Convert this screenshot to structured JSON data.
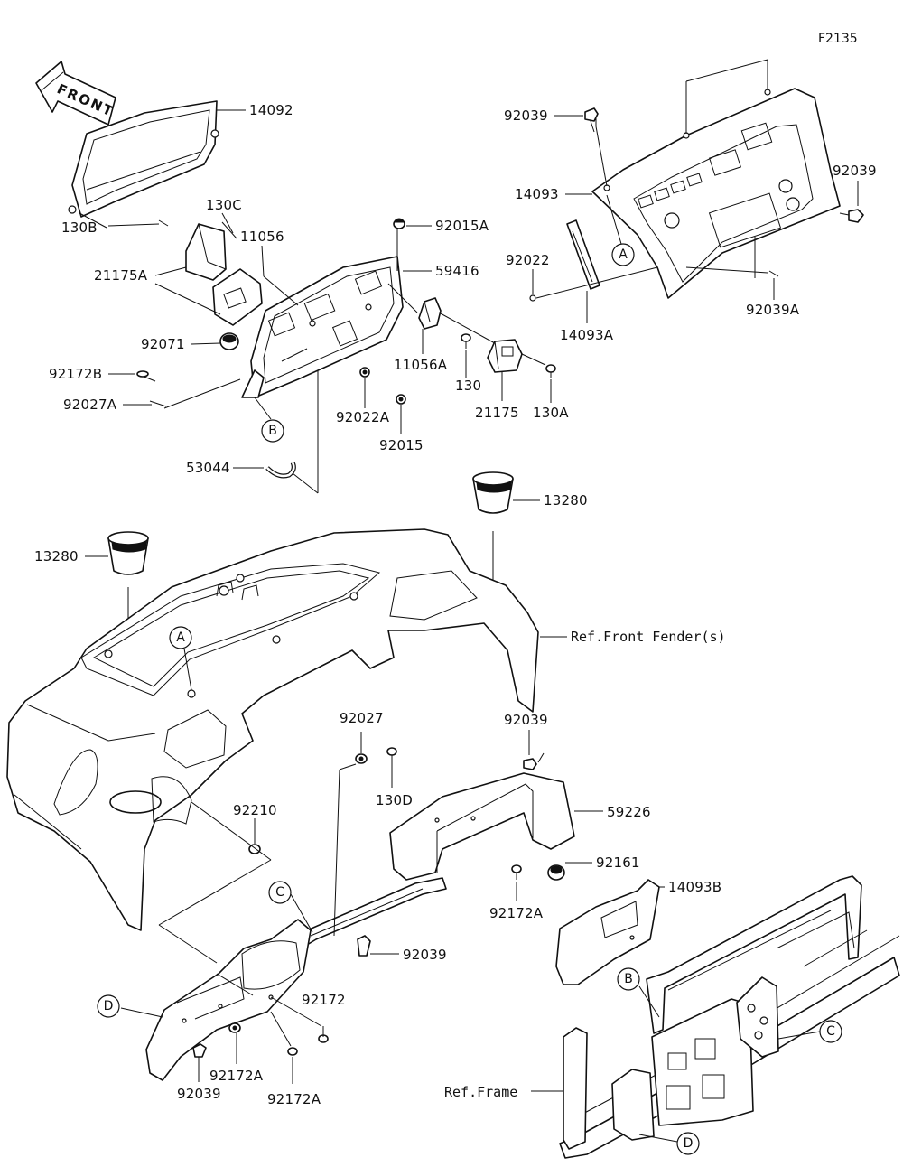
{
  "diagram_code": "F2135",
  "front_arrow_label": "FRONT",
  "part_numbers": {
    "p14092": "14092",
    "p92039_top": "92039",
    "p14093": "14093",
    "p92039_right": "92039",
    "p130C": "130C",
    "p11056": "11056",
    "p92015A": "92015A",
    "p130B": "130B",
    "p59416": "59416",
    "p21175A": "21175A",
    "p92022_top": "92022",
    "p14093A": "14093A",
    "p92039A": "92039A",
    "p92071": "92071",
    "p11056A": "11056A",
    "p92172B": "92172B",
    "p130": "130",
    "p130A": "130A",
    "p92027A": "92027A",
    "p92022A": "92022A",
    "p21175": "21175",
    "p92015": "92015",
    "p53044": "53044",
    "p13280_right": "13280",
    "p13280_left": "13280",
    "p92027": "92027",
    "p92039_mid": "92039",
    "p130D": "130D",
    "p92210": "92210",
    "p59226": "59226",
    "p92161": "92161",
    "p14093B": "14093B",
    "p92172A_mid": "92172A",
    "p92039_low": "92039",
    "p92172": "92172",
    "p92172A_left": "92172A",
    "p92039_bottom": "92039",
    "p92172A_bottom": "92172A"
  },
  "references": {
    "front_fender": "Ref.Front Fender(s)",
    "frame": "Ref.Frame"
  },
  "callouts": {
    "A1": "A",
    "A2": "A",
    "B1": "B",
    "B2": "B",
    "C1": "C",
    "C2": "C",
    "D1": "D",
    "D2": "D"
  }
}
